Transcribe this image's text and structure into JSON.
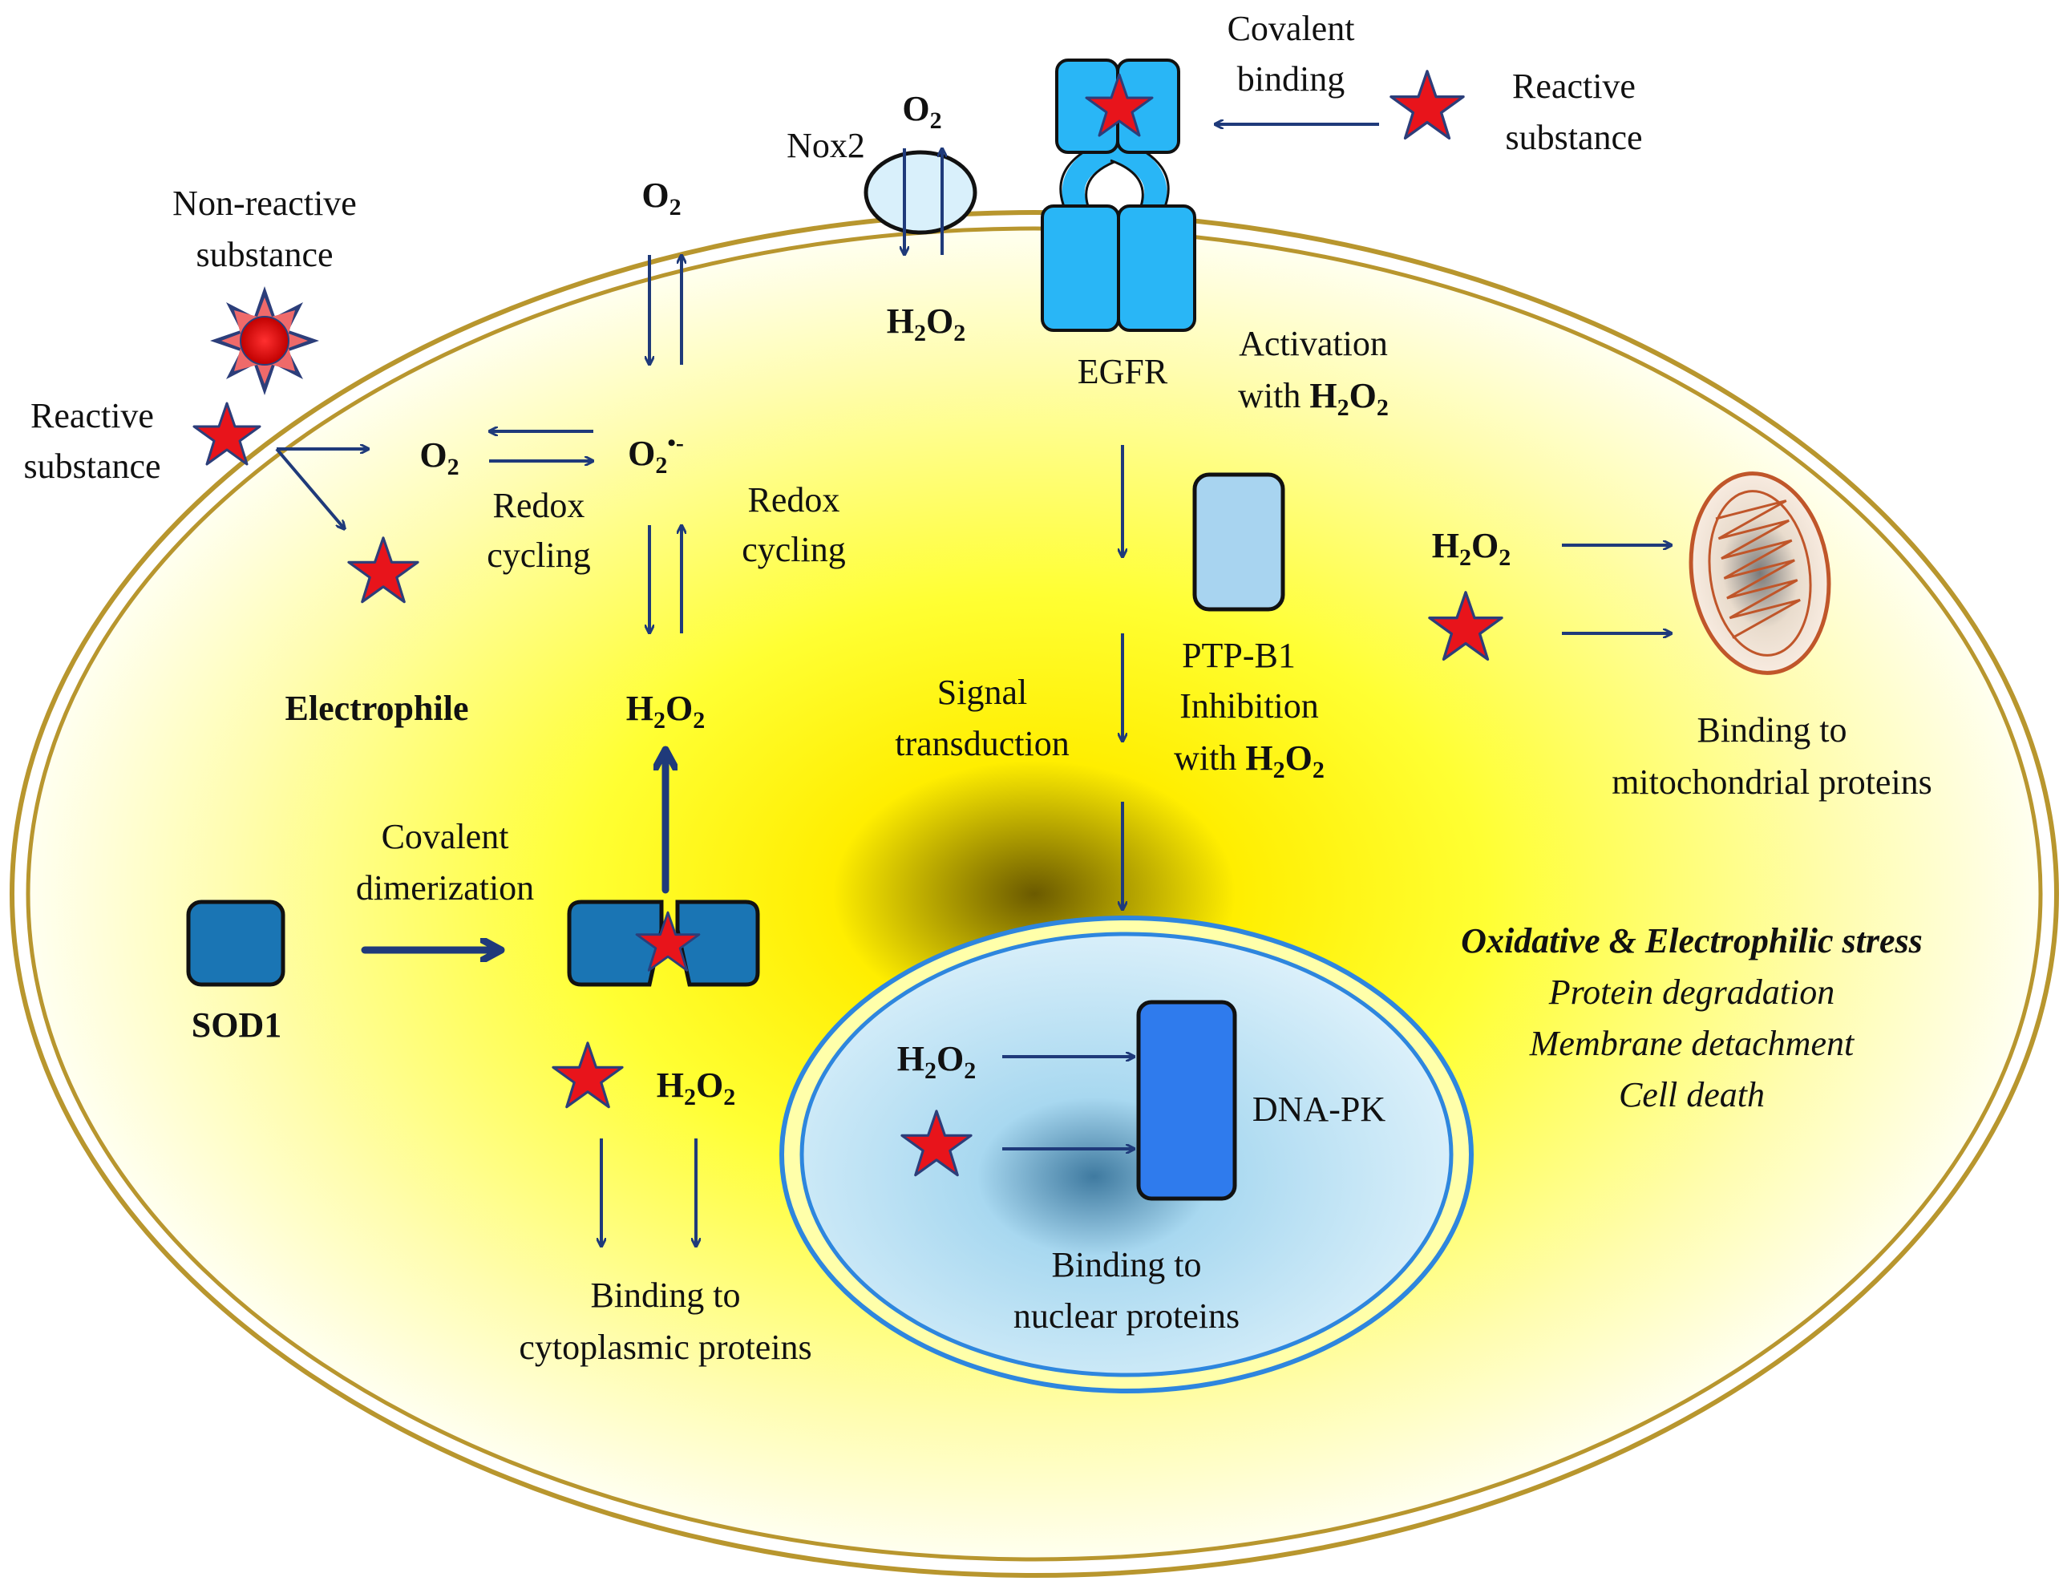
{
  "labels": {
    "covalent_binding_1": "Covalent",
    "covalent_binding_2": "binding",
    "reactive_top_1": "Reactive",
    "reactive_top_2": "substance",
    "nox2": "Nox2",
    "o2": "O",
    "h2o2_h": "H",
    "h2o2_o": "O",
    "sub2": "2",
    "superoxide_dot": "•-",
    "nonreactive_1": "Non-reactive",
    "nonreactive_2": "substance",
    "reactive_left_1": "Reactive",
    "reactive_left_2": "substance",
    "redox_1": "Redox",
    "redox_2": "cycling",
    "egfr": "EGFR",
    "activation_1": "Activation",
    "activation_2": "with",
    "ptpb1": "PTP-B1",
    "inhibition_1": "Inhibition",
    "inhibition_2": "with",
    "signal_1": "Signal",
    "signal_2": "transduction",
    "electrophile": "Electrophile",
    "covalent_dim_1": "Covalent",
    "covalent_dim_2": "dimerization",
    "sod1": "SOD1",
    "mito_binding_1": "Binding to",
    "mito_binding_2": "mitochondrial proteins",
    "stress_title": "Oxidative & Electrophilic stress",
    "stress_1": "Protein degradation",
    "stress_2": "Membrane detachment",
    "stress_3": "Cell death",
    "dnapk": "DNA-PK",
    "nuclear_binding_1": "Binding to",
    "nuclear_binding_2": "nuclear proteins",
    "cyto_binding_1": "Binding to",
    "cyto_binding_2": "cytoplasmic proteins"
  },
  "colors": {
    "membrane": "#b8962e",
    "cytoplasm_center": "#6b5a00",
    "cytoplasm_yellow": "#ffff00",
    "arrow": "#1f3a7a",
    "star_fill": "#e8141b",
    "star_stroke": "#2c3e7a",
    "egfr_fill": "#29b6f6",
    "sod1_fill": "#1a75b4",
    "ptp_fill": "#a8d4f0",
    "dnapk_fill": "#2f7bed",
    "nucleus_ring": "#2e86de",
    "mito_stroke": "#c0562a"
  }
}
